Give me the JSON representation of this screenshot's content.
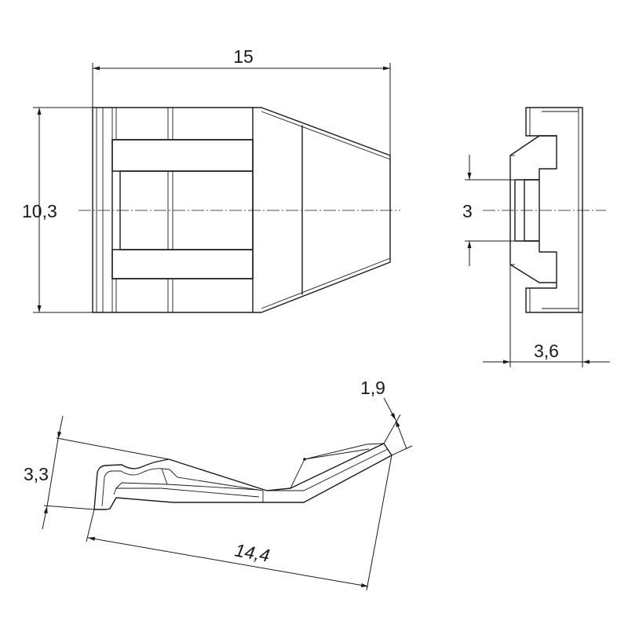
{
  "dimensions": {
    "front_width": "15",
    "front_height": "10,3",
    "side_slot_height": "3",
    "side_depth": "3,6",
    "profile_tip": "1,9",
    "profile_height": "3,3",
    "profile_length": "14,4"
  },
  "colors": {
    "line": "#1a1a1a",
    "background": "#ffffff"
  }
}
